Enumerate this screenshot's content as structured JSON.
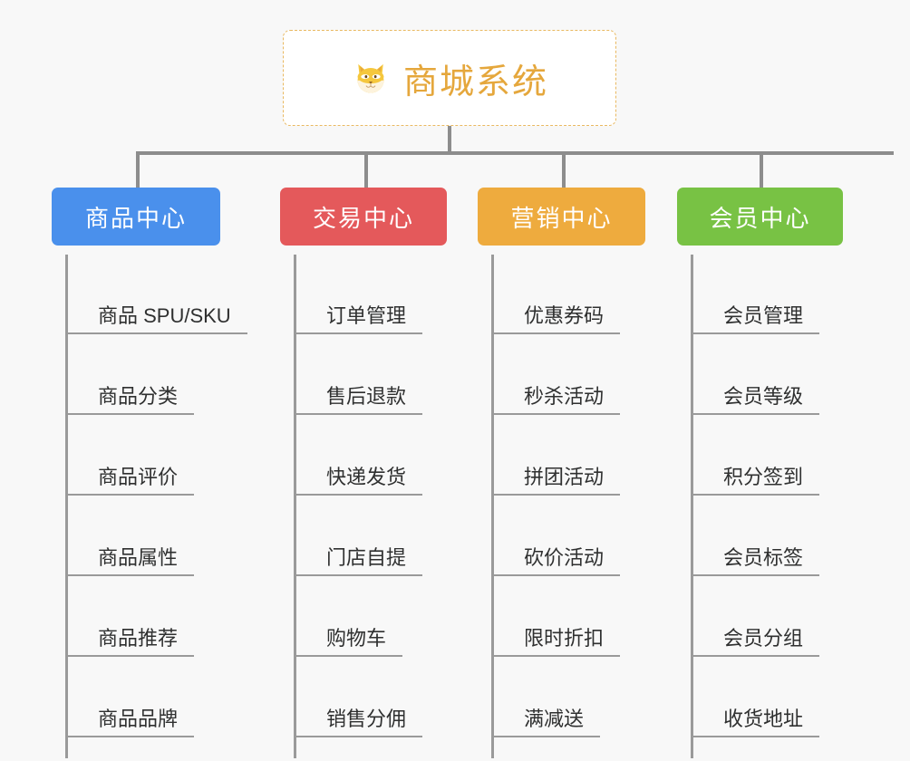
{
  "page": {
    "background_color": "#f8f8f8",
    "line_color": "#9a9a9a"
  },
  "root": {
    "title": "商城系统",
    "emoji_name": "shiba-dog-face-emoji",
    "text_color": "#e5a73c",
    "border_color": "#e9b961",
    "background_color": "#ffffff"
  },
  "branches": [
    {
      "label": "商品中心",
      "color": "#4a90ec",
      "items": [
        "商品 SPU/SKU",
        "商品分类",
        "商品评价",
        "商品属性",
        "商品推荐",
        "商品品牌"
      ]
    },
    {
      "label": "交易中心",
      "color": "#e4595b",
      "items": [
        "订单管理",
        "售后退款",
        "快递发货",
        "门店自提",
        "购物车",
        "销售分佣"
      ]
    },
    {
      "label": "营销中心",
      "color": "#eeab3e",
      "items": [
        "优惠券码",
        "秒杀活动",
        "拼团活动",
        "砍价活动",
        "限时折扣",
        "满减送"
      ]
    },
    {
      "label": "会员中心",
      "color": "#78c244",
      "items": [
        "会员管理",
        "会员等级",
        "积分签到",
        "会员标签",
        "会员分组",
        "收货地址"
      ]
    }
  ]
}
